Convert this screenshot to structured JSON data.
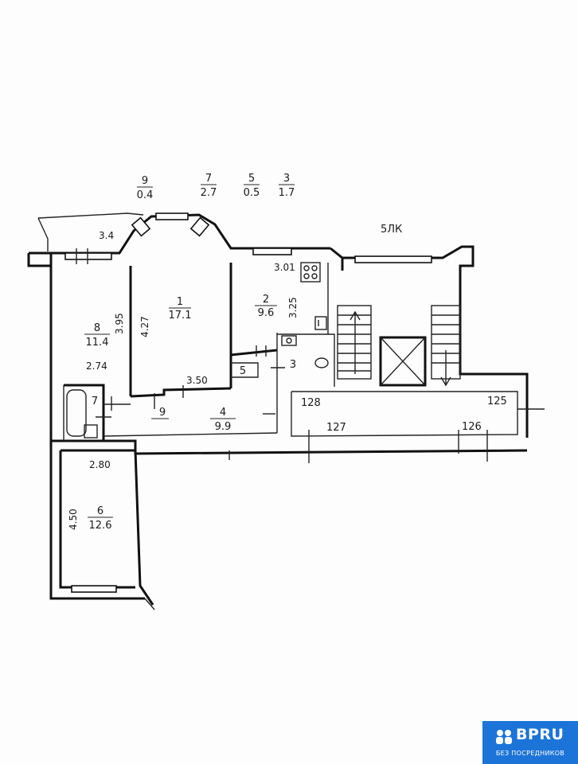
{
  "legend": [
    {
      "num": "9",
      "area": "0.4"
    },
    {
      "num": "7",
      "area": "2.7"
    },
    {
      "num": "5",
      "area": "0.5"
    },
    {
      "num": "3",
      "area": "1.7"
    }
  ],
  "floor_label": "5ЛК",
  "rooms": [
    {
      "num": "1",
      "area": "17.1"
    },
    {
      "num": "2",
      "area": "9.6"
    },
    {
      "num": "4",
      "area": "9.9"
    },
    {
      "num": "6",
      "area": "12.6"
    },
    {
      "num": "8",
      "area": "11.4"
    }
  ],
  "small_rooms": {
    "r3": "3",
    "r5": "5",
    "r7": "7",
    "r9": "9"
  },
  "dimensions": {
    "d3_4": "3.4",
    "d3_01": "3.01",
    "d3_25": "3.25",
    "d3_95": "3.95",
    "d4_27": "4.27",
    "d2_74": "2.74",
    "d3_50": "3.50",
    "d2_80": "2.80",
    "d4_50": "4.50"
  },
  "neighbors": {
    "n125": "125",
    "n126": "126",
    "n127": "127",
    "n128": "128"
  },
  "logo": {
    "brand": "BPRU",
    "tagline": "БЕЗ ПОСРЕДНИКОВ",
    "color": "#1d74d8"
  }
}
